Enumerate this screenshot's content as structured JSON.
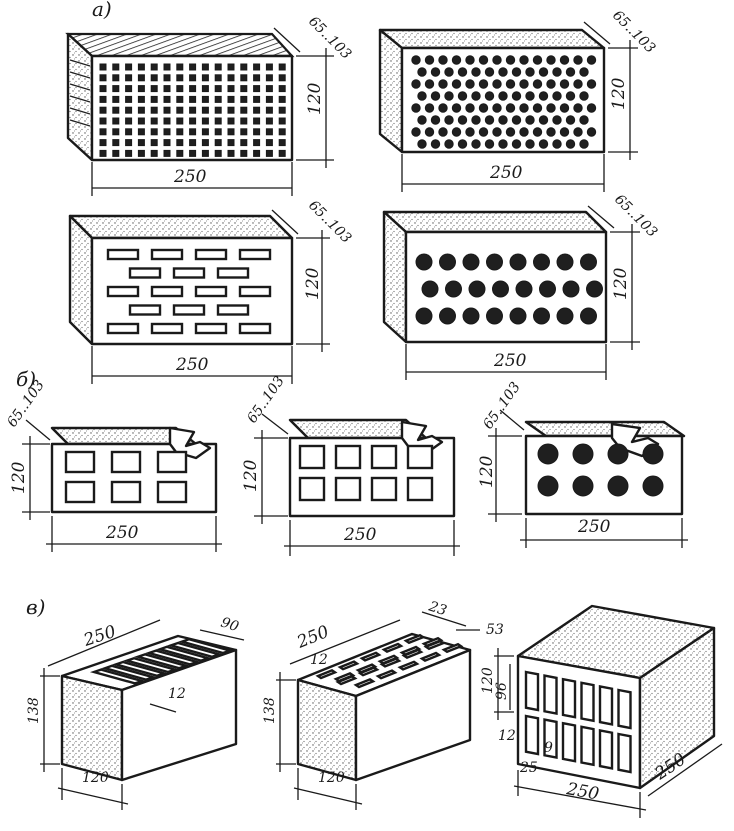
{
  "sections": {
    "a": "а)",
    "b": "б)",
    "v": "в)"
  },
  "dims": {
    "len250": "250",
    "h120": "120",
    "w65_103": "65..103",
    "h138": "138",
    "w120": "120",
    "d90": "90",
    "d12": "12",
    "d23": "23",
    "d53": "53",
    "d96": "96",
    "d9": "9",
    "d25": "25"
  },
  "colors": {
    "ink": "#1a1a1a",
    "paper": "#ffffff"
  }
}
